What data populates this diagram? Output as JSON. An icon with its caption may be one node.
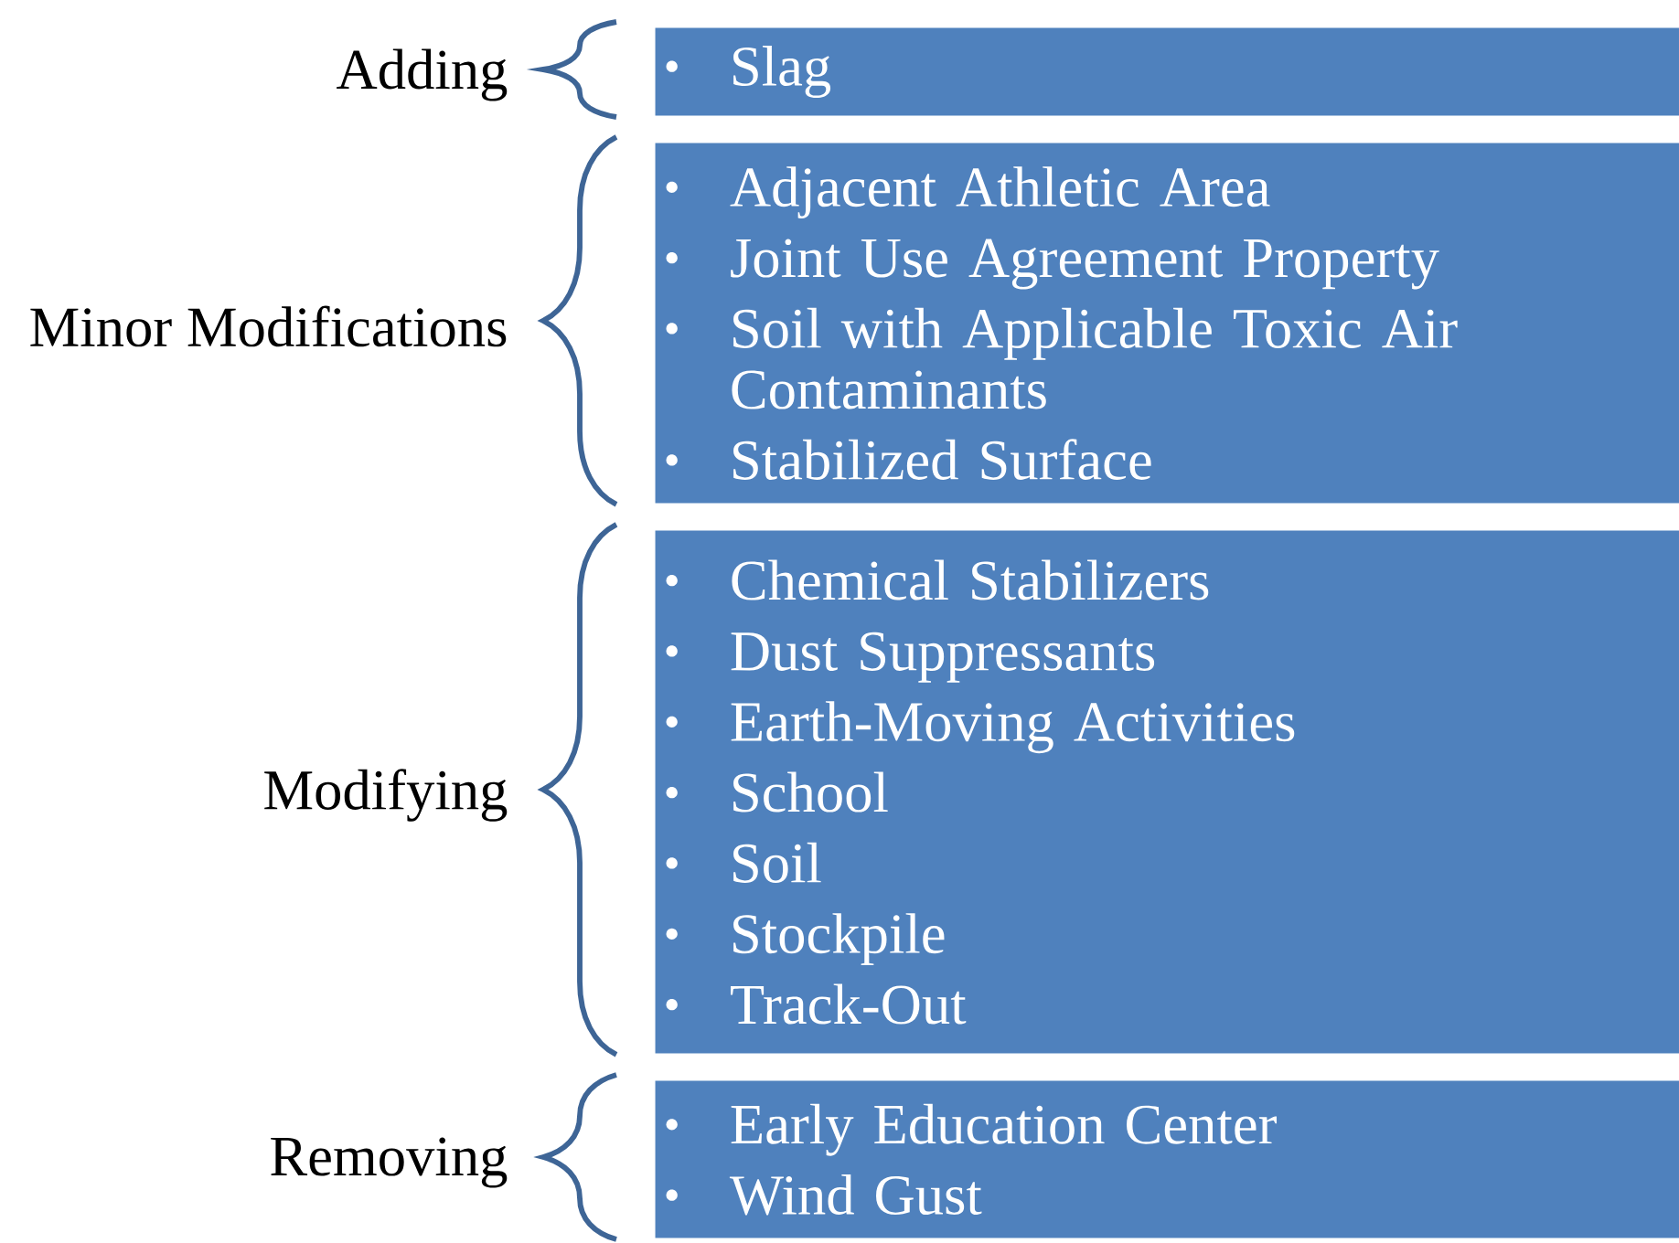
{
  "diagram": {
    "nodes": [
      {
        "text": [
          "Slag"
        ],
        "beside": [
          "Adding"
        ]
      },
      {
        "text": [
          "Adjacent Athletic Area",
          "Joint Use Agreement Property",
          "Soil with Applicable Toxic Air Contaminants",
          "Stabilized Surface"
        ],
        "beside": [
          "Minor Modifications"
        ]
      },
      {
        "text": [
          "Chemical Stabilizers",
          "Dust Suppressants",
          "Earth-Moving Activities",
          "School",
          "Soil",
          "Stockpile",
          "Track-Out"
        ],
        "beside": [
          "Modifying"
        ]
      },
      {
        "text": [
          "Early Education Center",
          "Wind Gust"
        ],
        "beside": [
          "Removing"
        ]
      }
    ]
  }
}
